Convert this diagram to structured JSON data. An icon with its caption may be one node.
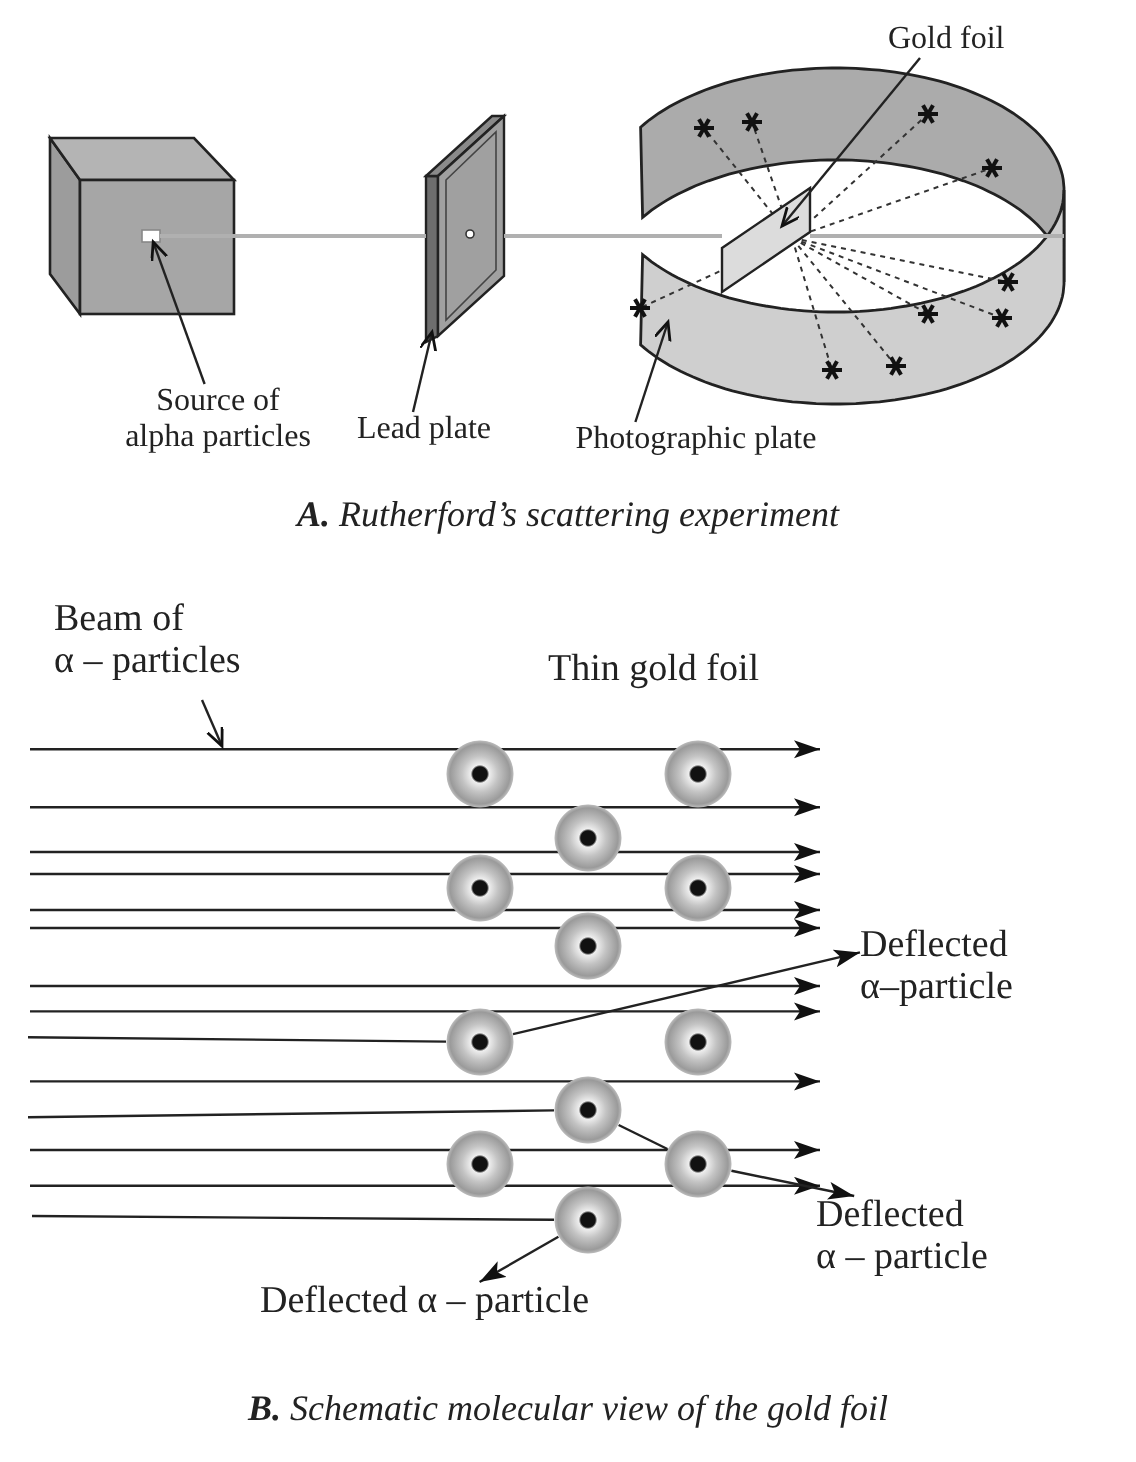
{
  "diagram": {
    "nodes": [
      {
        "text": [],
        "shape": "box"
      },
      {
        "text": [],
        "shape": "box"
      },
      {
        "text": [],
        "shape": "cylinder"
      },
      {
        "text": [],
        "shape": "box"
      },
      {
        "text": [
          "Gold foil"
        ]
      },
      {
        "text": [
          "Source of alpha particles"
        ]
      },
      {
        "text": [
          "Lead plate"
        ]
      },
      {
        "text": [
          "Photographic plate"
        ]
      },
      {
        "text": [
          "Beam of α – particles"
        ]
      },
      {
        "text": [],
        "shape": "circle"
      },
      {
        "text": [],
        "shape": "circle"
      },
      {
        "text": [],
        "shape": "circle"
      },
      {
        "text": [],
        "shape": "circle"
      },
      {
        "text": [],
        "shape": "circle"
      },
      {
        "text": [],
        "shape": "circle"
      },
      {
        "text": [],
        "shape": "circle"
      },
      {
        "text": [],
        "shape": "circle"
      },
      {
        "text": [],
        "shape": "circle"
      },
      {
        "text": [],
        "shape": "circle"
      },
      {
        "text": [],
        "shape": "circle"
      },
      {
        "text": [],
        "shape": "circle"
      },
      {
        "text": [
          "Deflected α–particle"
        ]
      },
      {
        "text": [
          "Deflected α – particle"
        ]
      },
      {
        "text": [
          "Deflected α – particle"
        ]
      }
    ],
    "edges": [
      {
        "from": 5,
        "to": 0,
        "arrow": "to"
      },
      {
        "from": 6,
        "to": 1,
        "arrow": "to"
      },
      {
        "from": 7,
        "to": 2,
        "arrow": "to"
      },
      {
        "from": 4,
        "to": 3,
        "arrow": "to"
      },
      {
        "from": 8,
        "to": null,
        "arrow": "to"
      },
      {
        "from": null,
        "to": 15,
        "arrow": "none"
      },
      {
        "from": 15,
        "to": 21,
        "arrow": "to"
      },
      {
        "from": null,
        "to": 17,
        "arrow": "none"
      },
      {
        "from": 17,
        "to": 19,
        "arrow": "none"
      },
      {
        "from": 19,
        "to": 22,
        "arrow": "to"
      },
      {
        "from": null,
        "to": 20,
        "arrow": "none"
      },
      {
        "from": 20,
        "to": 23,
        "arrow": "to"
      },
      {
        "from": 0,
        "to": 1,
        "arrow": "none",
        "color": "#b0b0b0"
      },
      {
        "from": 1,
        "to": 3,
        "arrow": "none",
        "color": "#b0b0b0"
      },
      {
        "from": 3,
        "to": 2,
        "arrow": "none",
        "color": "#b0b0b0"
      }
    ],
    "labels": [
      "**A.** Rutherford’s scattering experiment",
      "Thin gold foil",
      "**B.** Schematic molecular view of the gold foil"
    ]
  }
}
